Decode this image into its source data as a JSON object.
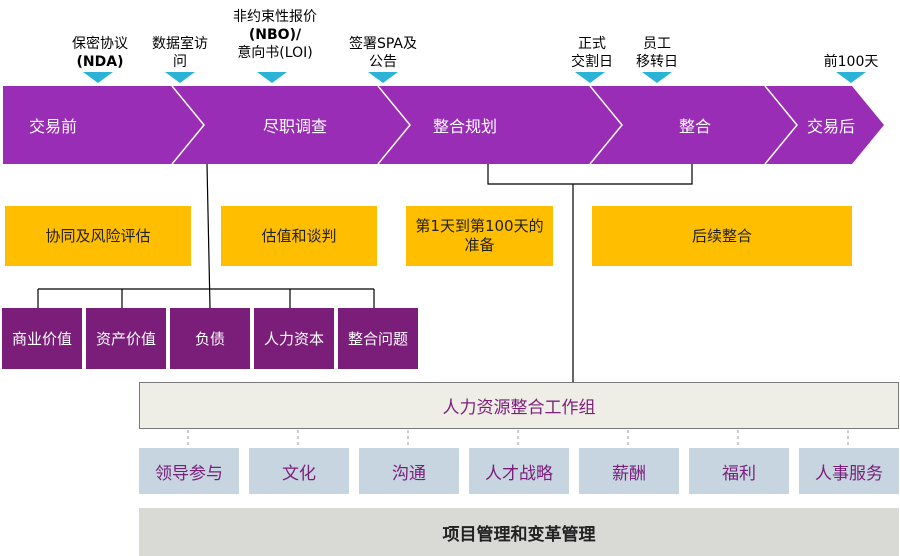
{
  "milestones": [
    {
      "line1": "保密协议",
      "line2": "(NDA)"
    },
    {
      "line1": "数据室访",
      "line2": "问"
    },
    {
      "line1": "非约束性报价",
      "line2": "(NBO)/",
      "line3": "意向书(LOI)"
    },
    {
      "line1": "签署SPA及",
      "line2": "公告"
    },
    {
      "line1": "正式",
      "line2": "交割日"
    },
    {
      "line1": "员工",
      "line2": "移转日"
    },
    {
      "line1": "前100天"
    }
  ],
  "stages": [
    "交易前",
    "尽职调查",
    "整合规划",
    "整合",
    "交易后"
  ],
  "activities": {
    "synergy": "协同及风险评估",
    "valuation": "估值和谈判",
    "prep_line1": "第1天到第100天的",
    "prep_line2": "准备",
    "follow_up": "后续整合"
  },
  "dd_items": [
    "商业价值",
    "资产价值",
    "负债",
    "人力资本",
    "整合问题"
  ],
  "hr_group": "人力资源整合工作组",
  "hr_workstreams": [
    "领导参与",
    "文化",
    "沟通",
    "人才战略",
    "薪酬",
    "福利",
    "人事服务"
  ],
  "pmo_bar": "项目管理和变革管理",
  "colors": {
    "purple": "#9A2DB5",
    "dark_purple": "#7B1E7A",
    "yellow": "#FFBF00",
    "cyan": "#2AB3D6",
    "light_blue": "#C6D5E0",
    "beige": "#EFEEE6",
    "gray": "#D9D9D6"
  }
}
